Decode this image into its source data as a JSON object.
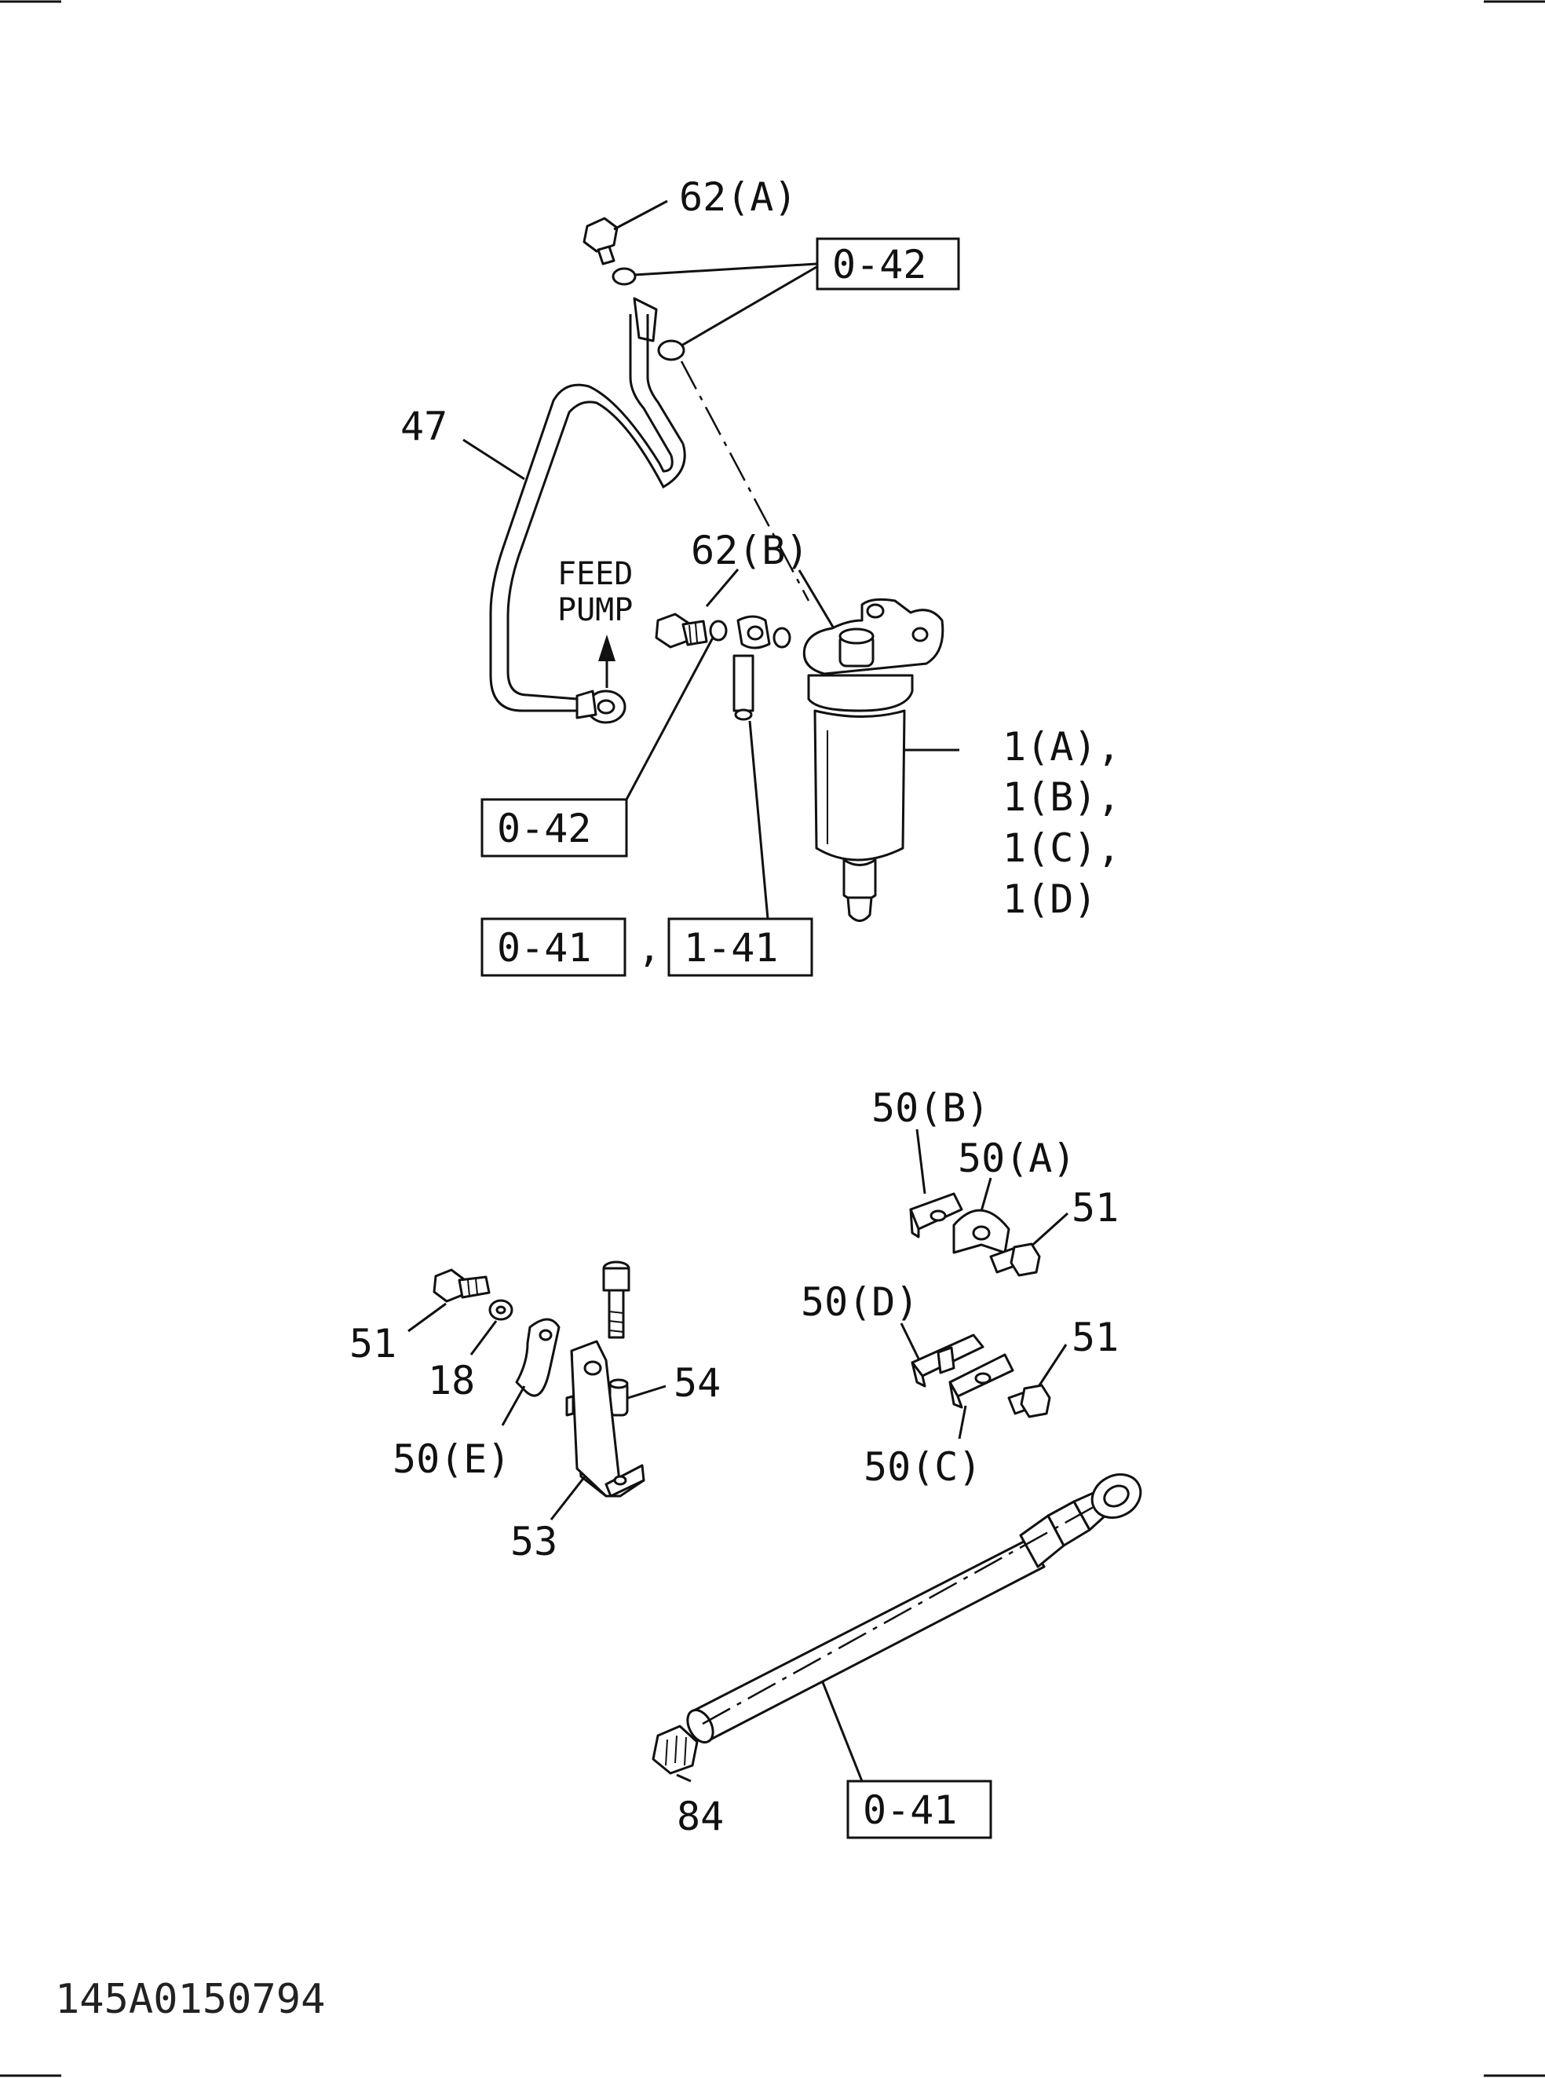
{
  "labels": {
    "p62a": "62(A)",
    "ref_042_top": "0-42",
    "p47": "47",
    "p62b": "62(B)",
    "feed_line1": "FEED",
    "feed_line2": "PUMP",
    "p1a": "1(A),",
    "p1b": "1(B),",
    "p1c": "1(C),",
    "p1d": "1(D)",
    "ref_042_mid": "0-42",
    "ref_041_left": "0-41",
    "comma": ",",
    "ref_141": "1-41",
    "p50b": "50(B)",
    "p50a": "50(A)",
    "p51_upper": "51",
    "p50d": "50(D)",
    "p51_lower": "51",
    "p50c": "50(C)",
    "p51_left": "51",
    "p18": "18",
    "p54": "54",
    "p50e": "50(E)",
    "p53": "53",
    "p84": "84",
    "ref_041_bottom": "0-41"
  },
  "document_id": "145A0150794"
}
